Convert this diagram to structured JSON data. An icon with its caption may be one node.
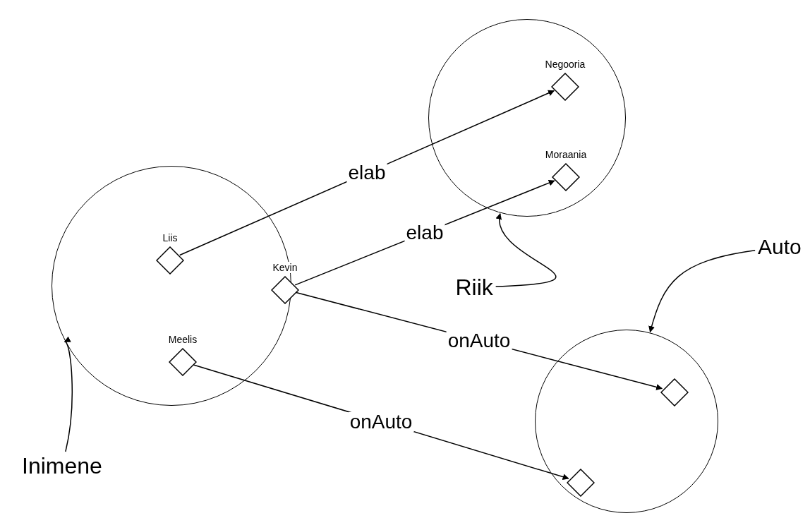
{
  "diagram": {
    "nodes": [
      {
        "text": [],
        "shape": "circle"
      },
      {
        "text": [
          "Negooria"
        ],
        "in": 0
      },
      {
        "text": [
          "Moraania"
        ],
        "in": 0
      },
      {
        "text": [],
        "shape": "circle"
      },
      {
        "text": [
          "Liis"
        ],
        "in": 3
      },
      {
        "text": [
          "Kevin"
        ],
        "in": 3
      },
      {
        "text": [
          "Meelis"
        ],
        "in": 3
      },
      {
        "text": [
          "Riik"
        ]
      },
      {
        "text": [
          "Auto"
        ]
      },
      {
        "text": [],
        "shape": "circle"
      },
      {
        "text": [],
        "shape": "diamond",
        "in": 9
      },
      {
        "text": [],
        "shape": "diamond",
        "in": 9
      },
      {
        "text": [
          "Inimene"
        ]
      }
    ],
    "edges": [
      {
        "from": 4,
        "to": 1,
        "arrow": "to",
        "label": "elab"
      },
      {
        "from": 5,
        "to": 2,
        "arrow": "to",
        "label": "elab"
      },
      {
        "from": 5,
        "to": 10,
        "arrow": "to",
        "label": "onAuto"
      },
      {
        "from": 6,
        "to": 11,
        "arrow": "to",
        "label": "onAuto"
      },
      {
        "from": 7,
        "to": 0,
        "arrow": "to"
      },
      {
        "from": 8,
        "to": 9,
        "arrow": "to"
      },
      {
        "from": 12,
        "to": 3,
        "arrow": "to"
      }
    ]
  }
}
